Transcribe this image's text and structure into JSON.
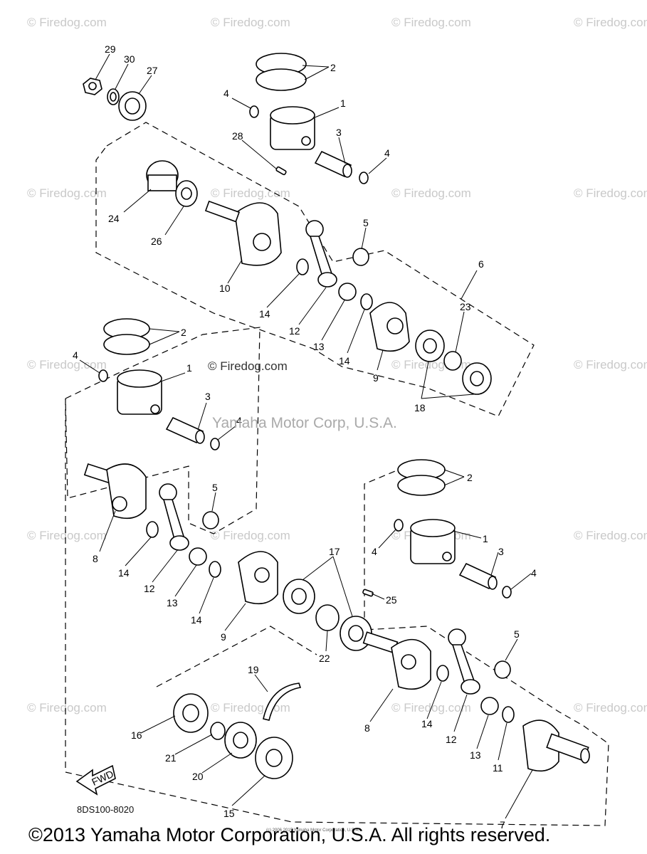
{
  "watermark": "© Firedog.com",
  "maker_watermark": "Yamaha Motor Corp, U.S.A.",
  "diagram_code": "8DS100-8020",
  "tiny_notice": "(c) 2006 2015 Yamaha Motor Corporation, U.S.A.",
  "copyright": "©2013 Yamaha Motor Corporation, U.S.A. All rights reserved.",
  "fwd_label": "FWD",
  "callouts": {
    "n29": "29",
    "n30": "30",
    "n27": "27",
    "n2a": "2",
    "n4a": "4",
    "n1a": "1",
    "n3a": "3",
    "n4b": "4",
    "n28": "28",
    "n24": "24",
    "n26": "26",
    "n10": "10",
    "n5a": "5",
    "n6": "6",
    "n14a": "14",
    "n12a": "12",
    "n13a": "13",
    "n14b": "14",
    "n9a": "9",
    "n23": "23",
    "n18": "18",
    "n2b": "2",
    "n4c": "4",
    "n1b": "1",
    "n3b": "3",
    "n4d": "4",
    "n5b": "5",
    "n8a": "8",
    "n14c": "14",
    "n12b": "12",
    "n13b": "13",
    "n14d": "14",
    "n9b": "9",
    "n17": "17",
    "n25": "25",
    "n22": "22",
    "n2c": "2",
    "n1c": "1",
    "n4e": "4",
    "n3c": "3",
    "n4f": "4",
    "n5c": "5",
    "n19": "19",
    "n8b": "8",
    "n14e": "14",
    "n12c": "12",
    "n13c": "13",
    "n11": "11",
    "n16": "16",
    "n21": "21",
    "n20": "20",
    "n15": "15",
    "n7": "7"
  }
}
